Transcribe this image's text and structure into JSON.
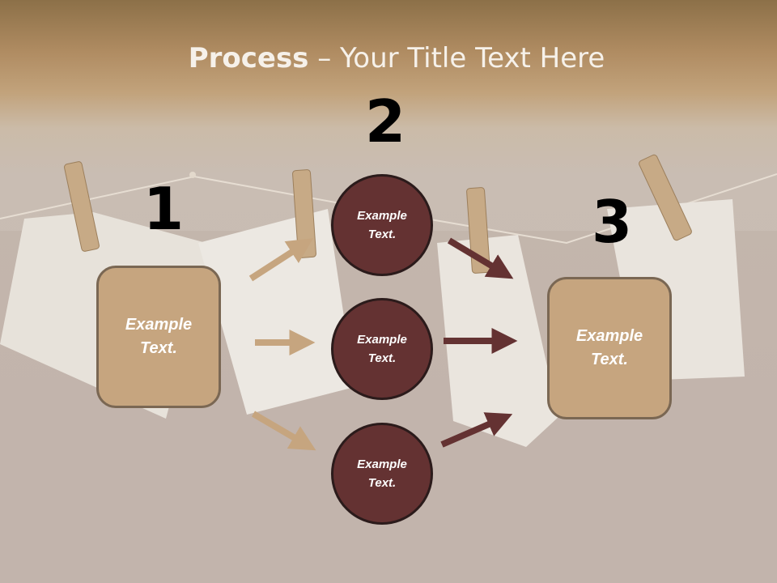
{
  "title": {
    "bold": "Process",
    "rest": " – Your Title Text Here"
  },
  "steps": [
    {
      "number": "1",
      "label": "Example Text."
    },
    {
      "number": "2",
      "labels": [
        "Example Text.",
        "Example Text.",
        "Example Text."
      ]
    },
    {
      "number": "3",
      "label": "Example Text."
    }
  ],
  "colors": {
    "box_fill": "#c6a57f",
    "circle_fill": "#643232",
    "arrow_light": "#c6a57f",
    "arrow_dark": "#643232"
  }
}
